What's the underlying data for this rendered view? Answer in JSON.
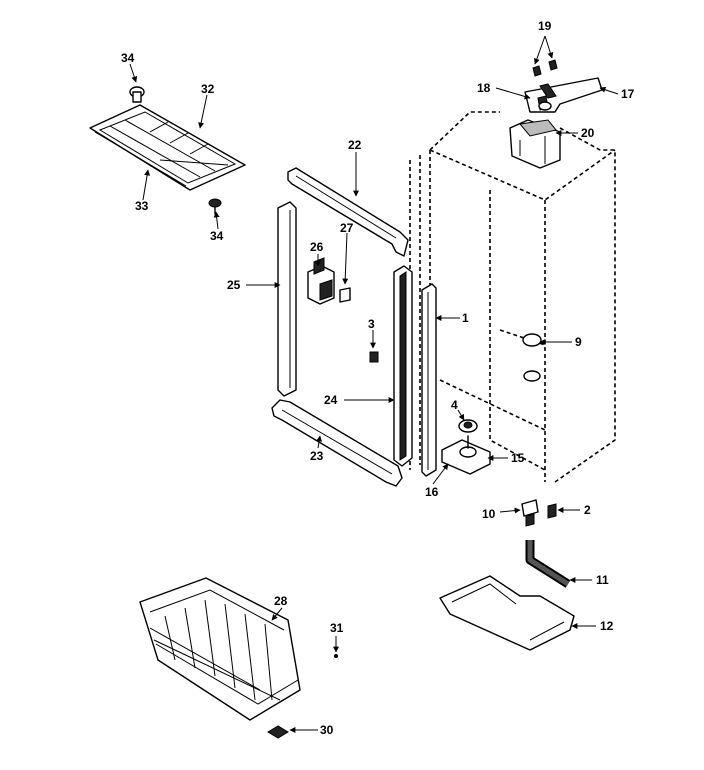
{
  "callouts": {
    "c1": "1",
    "c2": "2",
    "c3": "3",
    "c4": "4",
    "c9": "9",
    "c10": "10",
    "c11": "11",
    "c12": "12",
    "c15": "15",
    "c16": "16",
    "c17": "17",
    "c18": "18",
    "c19": "19",
    "c20": "20",
    "c22": "22",
    "c23": "23",
    "c24": "24",
    "c25": "25",
    "c26": "26",
    "c27": "27",
    "c28": "28",
    "c30": "30",
    "c31": "31",
    "c32": "32",
    "c33": "33",
    "c34a": "34",
    "c34b": "34"
  }
}
